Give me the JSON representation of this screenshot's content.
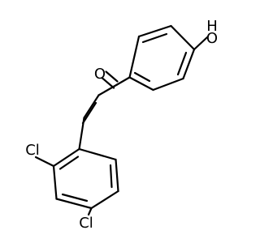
{
  "labels": {
    "oxygen_carbonyl": "O",
    "hydroxyl_oxygen": "O",
    "hydroxyl_hydrogen": "H",
    "chlorine_top": "Cl",
    "chlorine_bottom": "Cl"
  },
  "colors": {
    "stroke": "#000000",
    "background": "#ffffff"
  }
}
